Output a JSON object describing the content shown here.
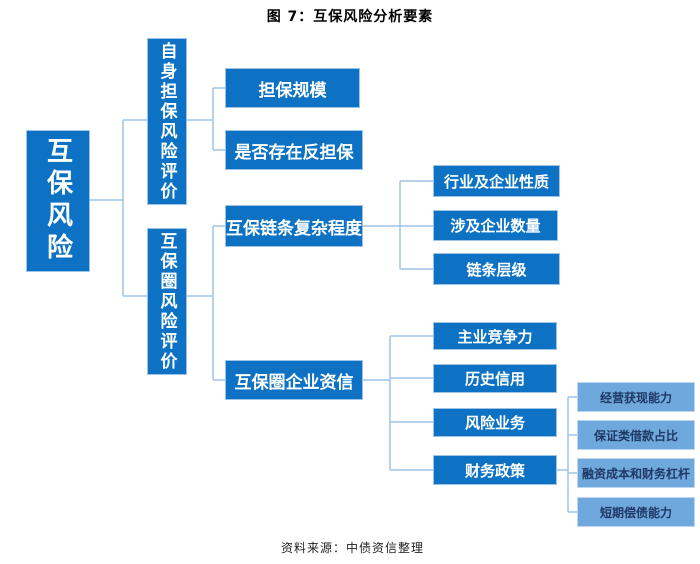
{
  "figure": {
    "title": "图 7：互保风险分析要素",
    "source": "资料来源：中债资信整理"
  },
  "colors": {
    "node_dark_fill": "#0D72C4",
    "node_dark_border": "#9DC3E6",
    "node_dark_text": "#FFFFFF",
    "node_light_fill": "#6FA8DC",
    "node_light_border": "#BDD7EE",
    "node_light_text": "#1F3864",
    "connector_line": "#9DC3E6",
    "background": "#FFFFFF"
  },
  "nodes": {
    "root": "互保风险",
    "self_guarantee_eval": "自身担保风险评价",
    "circle_risk_eval": "互保圈风险评价",
    "guarantee_scale": "担保规模",
    "counter_guarantee": "是否存在反担保",
    "chain_complexity": "互保链条复杂程度",
    "industry_nature": "行业及企业性质",
    "enterprise_count": "涉及企业数量",
    "chain_levels": "链条层级",
    "circle_credit": "互保圈企业资信",
    "main_competitiveness": "主业竞争力",
    "historical_credit": "历史信用",
    "risk_business": "风险业务",
    "financial_policy": "财务政策",
    "cash_generation": "经营获现能力",
    "guaranteed_loan_ratio": "保证类借款占比",
    "financing_cost_leverage": "融资成本和财务杠杆",
    "short_term_solvency": "短期偿债能力"
  }
}
